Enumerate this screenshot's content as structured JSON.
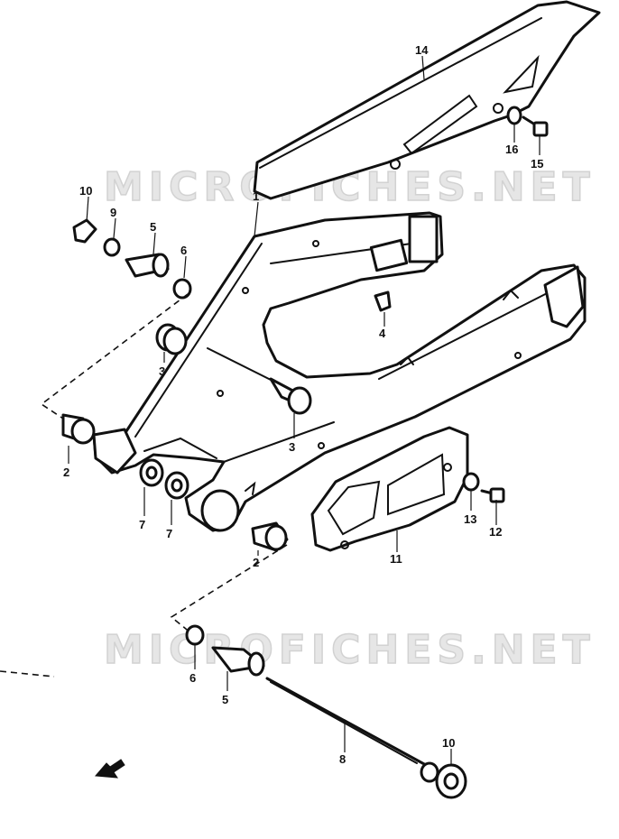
{
  "watermarks": [
    "MICROFICHES.NET",
    "MICROFICHES.NET"
  ],
  "callouts": {
    "c1": "1",
    "c2a": "2",
    "c2b": "2",
    "c3a": "3",
    "c3b": "3",
    "c4": "4",
    "c5a": "5",
    "c5b": "5",
    "c6a": "6",
    "c6b": "6",
    "c7a": "7",
    "c7b": "7",
    "c8": "8",
    "c9": "9",
    "c10a": "10",
    "c10b": "10",
    "c11": "11",
    "c12": "12",
    "c13": "13",
    "c14": "14",
    "c15": "15",
    "c16": "16"
  },
  "icons": {
    "front_indicator": "front-arrow-icon"
  }
}
